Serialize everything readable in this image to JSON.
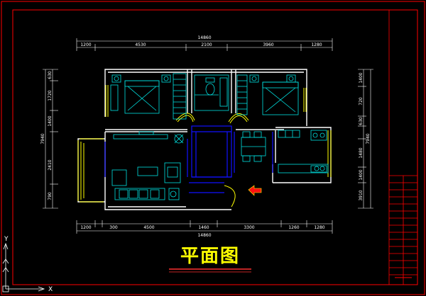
{
  "title": "平面图",
  "axis": {
    "x": "X",
    "y": "Y"
  },
  "dims_top": {
    "overall": "14860",
    "segments": [
      "1200",
      "4530",
      "2100",
      "3960",
      "1280"
    ]
  },
  "dims_bottom": {
    "overall": "14860",
    "segments": [
      "1200",
      "300",
      "4500",
      "1460",
      "3300",
      "1260",
      "1280"
    ]
  },
  "dims_left": {
    "overall": "7940",
    "segments": [
      "630",
      "1720",
      "1400",
      "2410",
      "790"
    ]
  },
  "dims_right": {
    "overall": "7940",
    "segments": [
      "1400",
      "720",
      "630",
      "1480",
      "1400",
      "3910"
    ]
  },
  "colors": {
    "frame": "#ff0000",
    "wall": "#ffffff",
    "furniture": "#00e0e0",
    "window": "#ffff00",
    "door": "#0000ff",
    "arrow": "#ff0000",
    "title": "#ffff00",
    "underline": "#ff3030"
  }
}
